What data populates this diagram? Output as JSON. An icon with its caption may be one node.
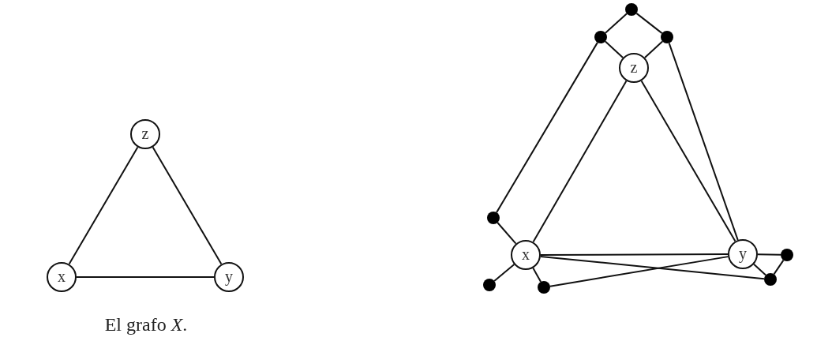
{
  "diagram": {
    "caption": "El grafo *X*.",
    "nodes": [
      {
        "text": [
          "z"
        ]
      },
      {
        "text": [
          "x"
        ]
      },
      {
        "text": [
          "y"
        ]
      },
      {
        "text": [],
        "shape": "circle"
      },
      {
        "text": [],
        "shape": "circle"
      },
      {
        "text": [],
        "shape": "circle"
      },
      {
        "text": [
          "z"
        ]
      },
      {
        "text": [],
        "shape": "circle"
      },
      {
        "text": [
          "x"
        ]
      },
      {
        "text": [
          "y"
        ]
      },
      {
        "text": [],
        "shape": "circle"
      },
      {
        "text": [],
        "shape": "circle"
      },
      {
        "text": [],
        "shape": "circle"
      },
      {
        "text": [],
        "shape": "circle"
      }
    ],
    "edges": [
      {
        "from": 0,
        "to": 1,
        "arrow": "none"
      },
      {
        "from": 0,
        "to": 2,
        "arrow": "none"
      },
      {
        "from": 1,
        "to": 2,
        "arrow": "none"
      },
      {
        "from": 3,
        "to": 4,
        "arrow": "none"
      },
      {
        "from": 3,
        "to": 5,
        "arrow": "none"
      },
      {
        "from": 4,
        "to": 6,
        "arrow": "none"
      },
      {
        "from": 5,
        "to": 6,
        "arrow": "none"
      },
      {
        "from": 4,
        "to": 7,
        "arrow": "none"
      },
      {
        "from": 5,
        "to": 9,
        "arrow": "none"
      },
      {
        "from": 6,
        "to": 8,
        "arrow": "none"
      },
      {
        "from": 6,
        "to": 9,
        "arrow": "none"
      },
      {
        "from": 7,
        "to": 8,
        "arrow": "none"
      },
      {
        "from": 8,
        "to": 10,
        "arrow": "none"
      },
      {
        "from": 8,
        "to": 11,
        "arrow": "none"
      },
      {
        "from": 8,
        "to": 9,
        "arrow": "none"
      },
      {
        "from": 8,
        "to": 13,
        "arrow": "none"
      },
      {
        "from": 11,
        "to": 9,
        "arrow": "none"
      },
      {
        "from": 9,
        "to": 12,
        "arrow": "none"
      },
      {
        "from": 9,
        "to": 13,
        "arrow": "none"
      },
      {
        "from": 13,
        "to": 12,
        "arrow": "none"
      }
    ]
  }
}
